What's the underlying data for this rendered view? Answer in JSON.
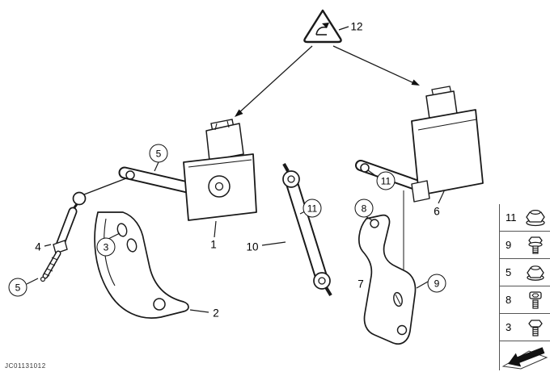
{
  "callouts": {
    "n1": "1",
    "n2": "2",
    "n3": "3",
    "n4": "4",
    "n5": "5",
    "n6": "6",
    "n7": "7",
    "n8": "8",
    "n9": "9",
    "n10": "10",
    "n11": "11",
    "n12": "12"
  },
  "legend": {
    "rows": [
      {
        "label": "11",
        "icon": "flange-nut-icon"
      },
      {
        "label": "9",
        "icon": "flange-bolt-icon"
      },
      {
        "label": "5",
        "icon": "hex-nut-icon"
      },
      {
        "label": "8",
        "icon": "socket-head-bolt-icon"
      },
      {
        "label": "3",
        "icon": "hex-bolt-icon"
      }
    ]
  },
  "footer": {
    "diagram_code": "JC01131012"
  }
}
